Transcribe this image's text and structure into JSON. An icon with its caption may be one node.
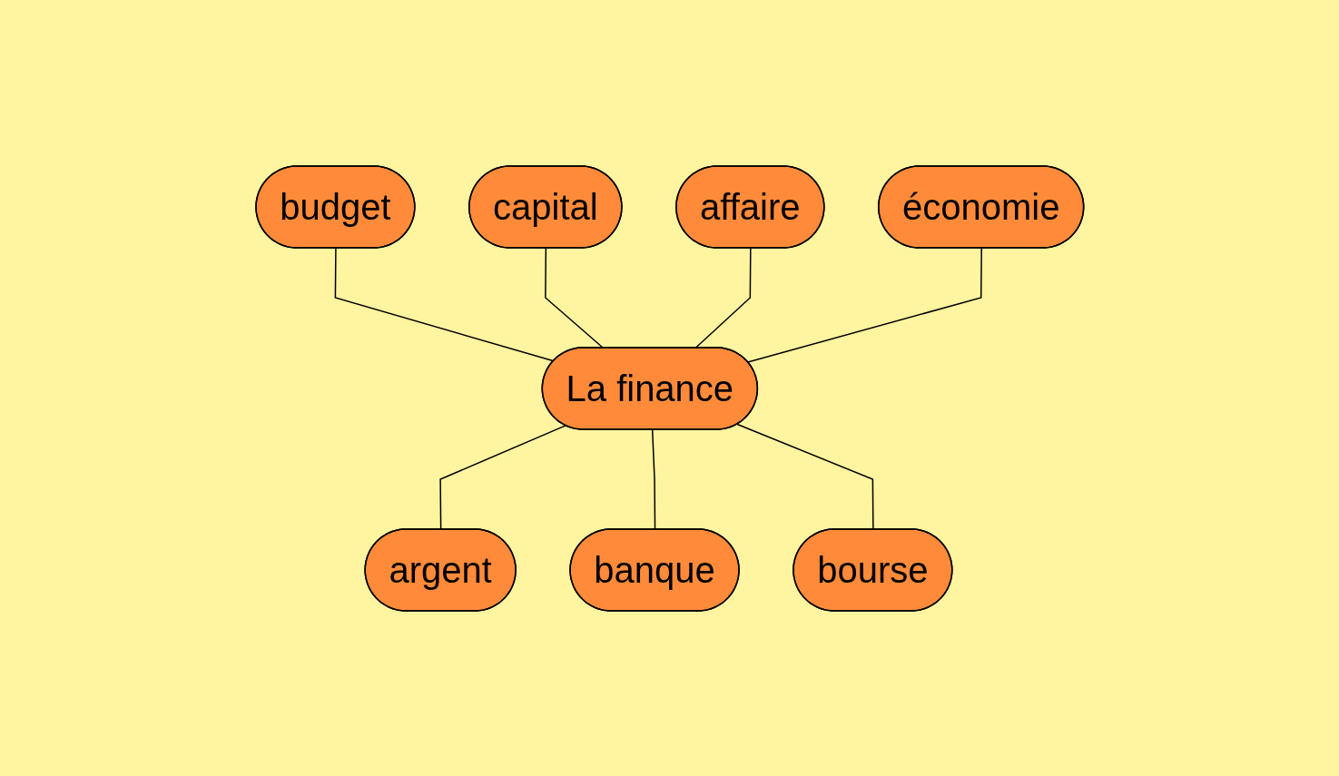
{
  "diagram": {
    "nodes": [
      {
        "text": [
          "capital"
        ]
      },
      {
        "text": [
          "budget"
        ]
      },
      {
        "text": [
          "économie"
        ]
      },
      {
        "text": [
          "affaire"
        ]
      },
      {
        "text": [
          "La finance"
        ]
      },
      {
        "text": [
          "bourse"
        ]
      },
      {
        "text": [
          "argent"
        ]
      },
      {
        "text": [
          "banque"
        ]
      }
    ],
    "edges": [
      {
        "from": 1,
        "to": 4,
        "arrow": "none"
      },
      {
        "from": 0,
        "to": 4,
        "arrow": "none"
      },
      {
        "from": 3,
        "to": 4,
        "arrow": "none"
      },
      {
        "from": 2,
        "to": 4,
        "arrow": "none"
      },
      {
        "from": 4,
        "to": 6,
        "arrow": "none"
      },
      {
        "from": 4,
        "to": 7,
        "arrow": "none"
      },
      {
        "from": 4,
        "to": 5,
        "arrow": "none"
      }
    ]
  }
}
